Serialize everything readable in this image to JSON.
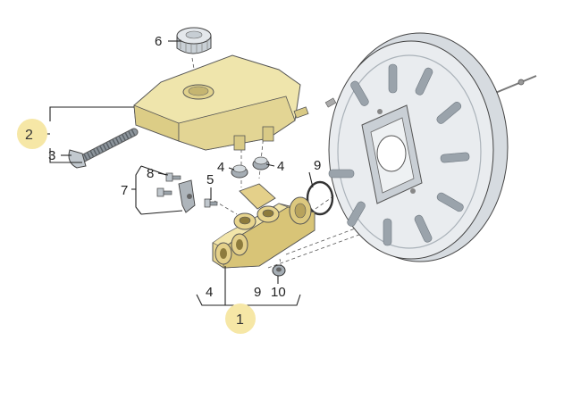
{
  "callouts": {
    "c1": "1",
    "c2": "2",
    "c3": "3",
    "c4a": "4",
    "c4b": "4",
    "c4c": "4",
    "c5": "5",
    "c6": "6",
    "c7": "7",
    "c8": "8",
    "c9a": "9",
    "c9b": "9",
    "c10": "10"
  },
  "colors": {
    "highlight_circle": "#f6e7a6",
    "reservoir": "#eee3a8",
    "master_cylinder": "#e6d28a",
    "booster_light": "#e4e8ec",
    "booster_dark": "#9aa3ab",
    "parts_grey": "#b7bec4"
  }
}
